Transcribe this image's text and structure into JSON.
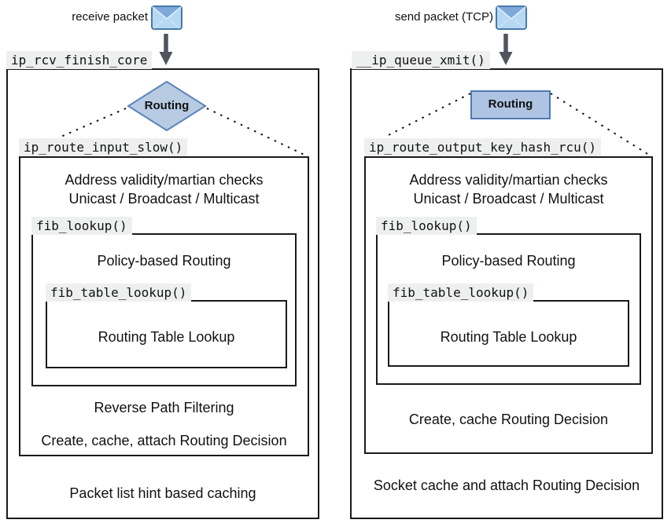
{
  "columns": [
    {
      "flow_label": "receive packet",
      "entry_label": "ip_rcv_finish_core",
      "decision_label": "Routing",
      "route_label": "ip_route_input_slow()",
      "checks_line1": "Address validity/martian checks",
      "checks_line2": "Unicast / Broadcast / Multicast",
      "fib_lookup_label": "fib_lookup()",
      "policy_text": "Policy-based Routing",
      "fib_table_label": "fib_table_lookup()",
      "table_text": "Routing Table Lookup",
      "rpf_text": "Reverse Path Filtering",
      "decision_text": "Create, cache, attach Routing Decision",
      "outer_text": "Packet list hint based caching"
    },
    {
      "flow_label": "send packet (TCP)",
      "entry_label": "__ip_queue_xmit()",
      "decision_label": "Routing",
      "route_label": "ip_route_output_key_hash_rcu()",
      "checks_line1": "Address validity/martian checks",
      "checks_line2": "Unicast / Broadcast / Multicast",
      "fib_lookup_label": "fib_lookup()",
      "policy_text": "Policy-based Routing",
      "fib_table_label": "fib_table_lookup()",
      "table_text": "Routing Table Lookup",
      "decision_text": "Create, cache Routing Decision",
      "outer_text": "Socket cache and attach Routing Decision"
    }
  ],
  "icons": {
    "envelope": "envelope-icon",
    "down_arrow": "down-arrow-icon"
  },
  "colors": {
    "label_bg": "#eef0ef",
    "box_border": "#1a1a1a",
    "diamond_fill": "#b7cbe3",
    "diamond_border": "#5b84bc",
    "rect_fill": "#aec4e2",
    "rect_border": "#4d7ab5",
    "arrow": "#4e555c"
  }
}
